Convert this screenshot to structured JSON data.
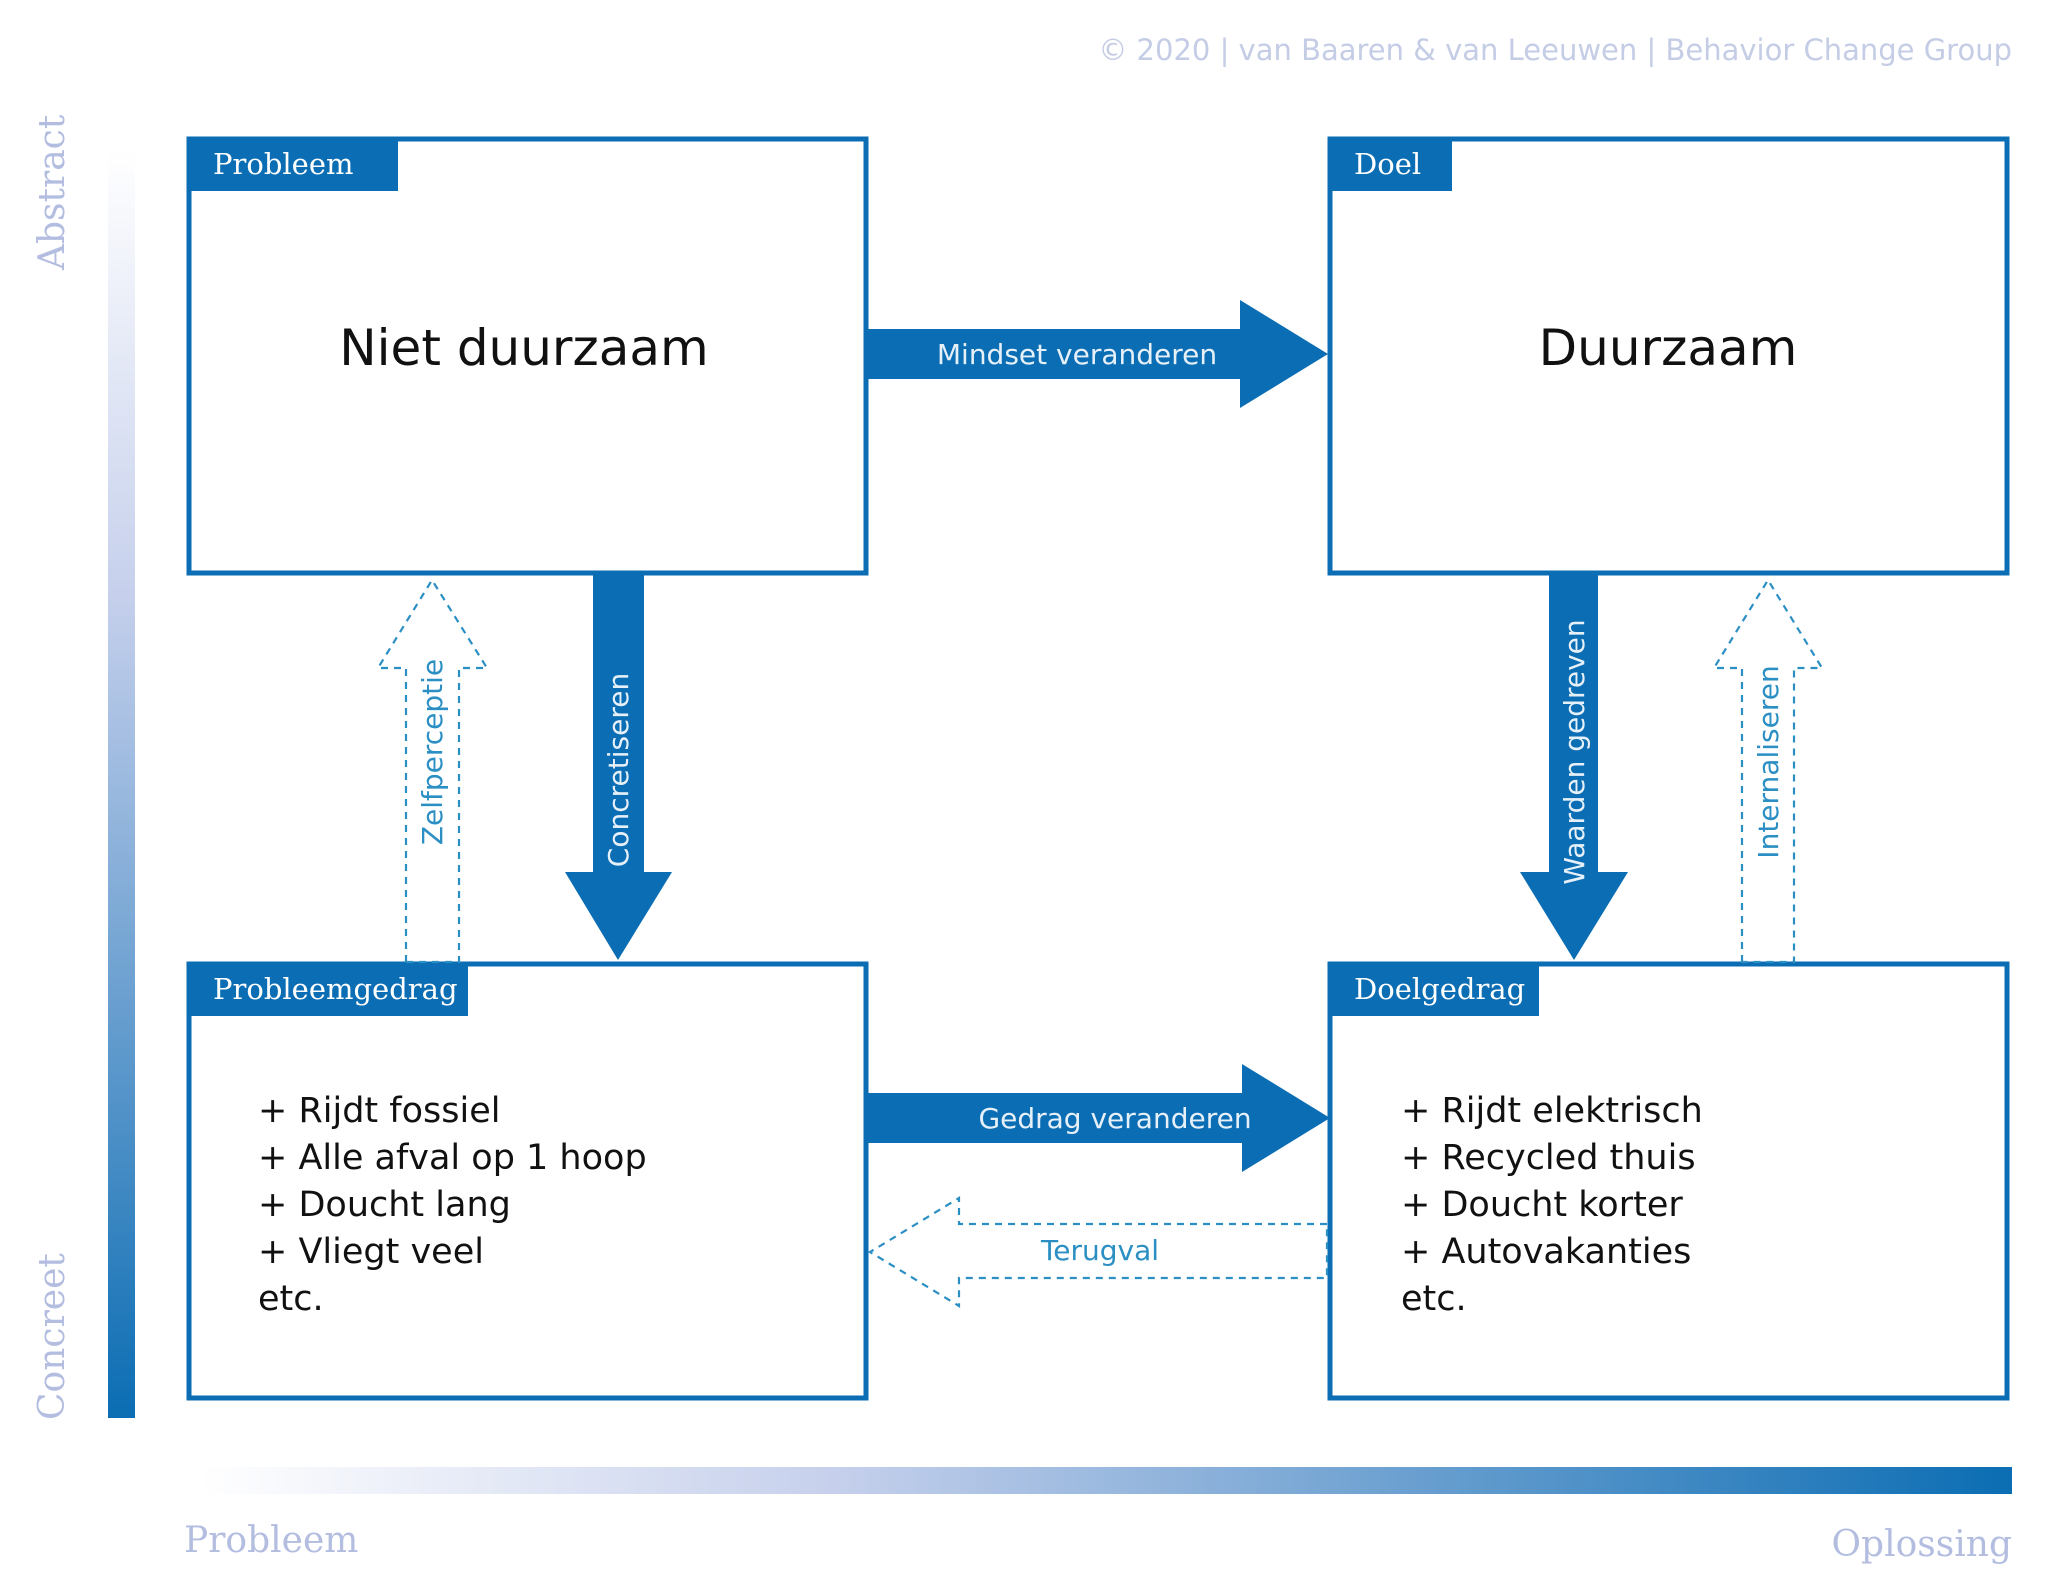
{
  "copyright": "© 2020 | van Baaren & van Leeuwen | Behavior Change Group",
  "colors": {
    "primary": "#0b6db3",
    "dashed": "#2b8fc4",
    "axis_light": "#eef1fa",
    "axis_label": "#b3bde0"
  },
  "axes": {
    "vertical_top": "Abstract",
    "vertical_bottom": "Concreet",
    "horizontal_left": "Probleem",
    "horizontal_right": "Oplossing"
  },
  "boxes": {
    "problem": {
      "tab": "Probleem",
      "text": "Niet duurzaam"
    },
    "goal": {
      "tab": "Doel",
      "text": "Duurzaam"
    },
    "problem_behavior": {
      "tab": "Probleemgedrag",
      "lines": [
        "+ Rijdt fossiel",
        "+ Alle afval op 1 hoop",
        "+ Doucht lang",
        "+ Vliegt veel",
        "etc."
      ]
    },
    "goal_behavior": {
      "tab": "Doelgedrag",
      "lines": [
        "+ Rijdt elektrisch",
        "+ Recycled thuis",
        "+ Doucht korter",
        "+ Autovakanties",
        "etc."
      ]
    }
  },
  "arrows": {
    "mindset": "Mindset veranderen",
    "behavior": "Gedrag veranderen",
    "concretize": "Concretiseren",
    "values": "Waarden gedreven",
    "self_perception": "Zelfperceptie",
    "internalize": "Internaliseren",
    "relapse": "Terugval"
  }
}
